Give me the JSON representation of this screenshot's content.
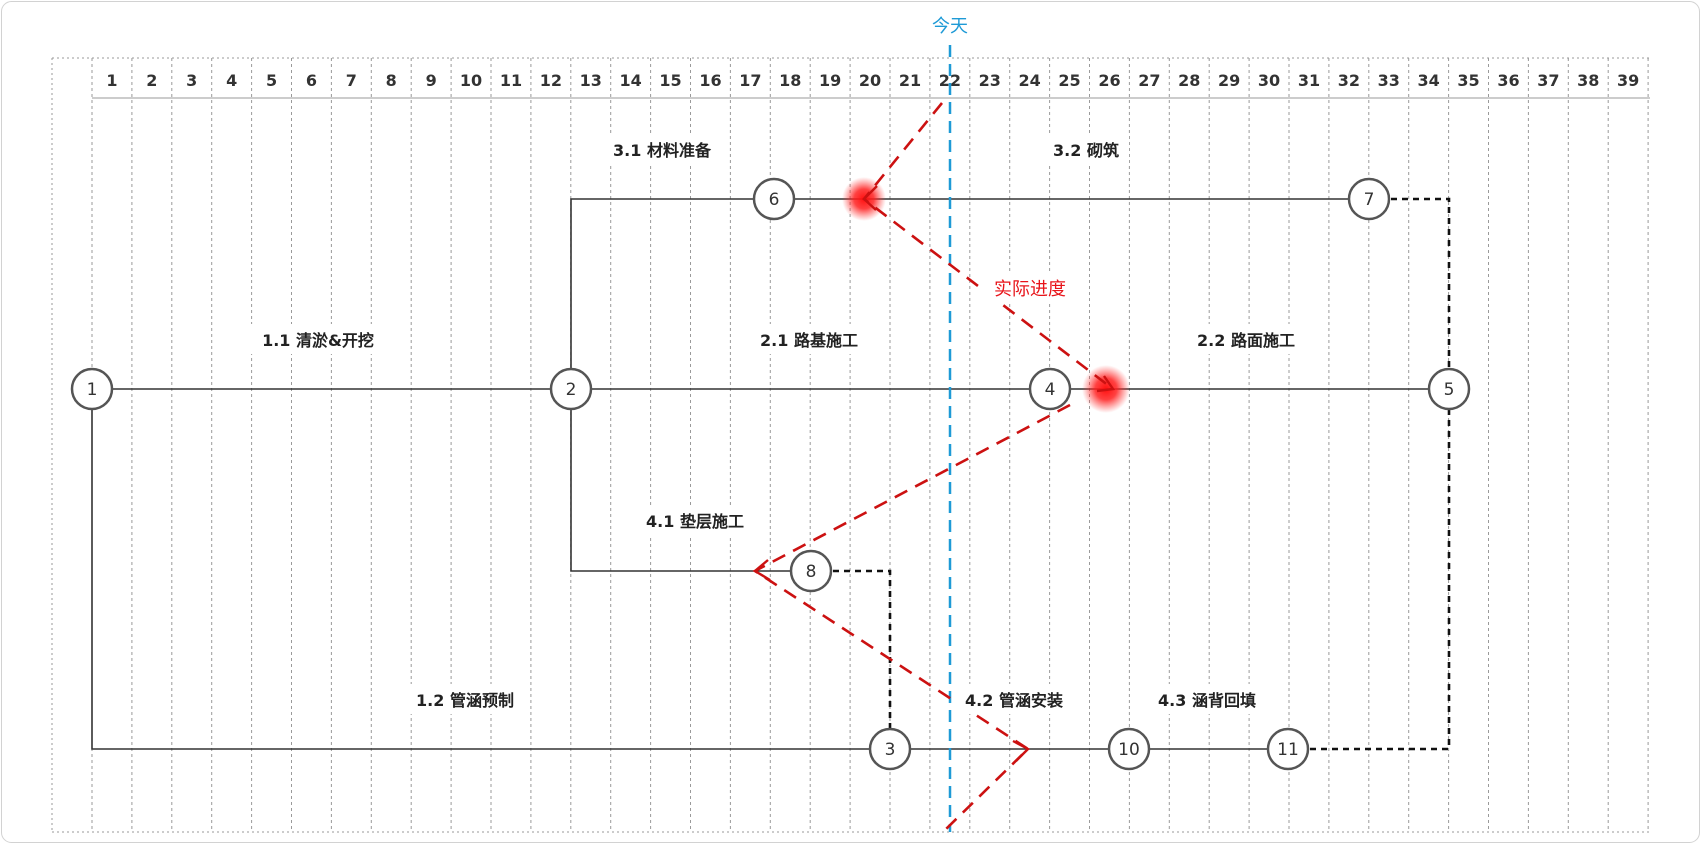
{
  "columns": [
    "1",
    "2",
    "3",
    "4",
    "5",
    "6",
    "7",
    "8",
    "9",
    "10",
    "11",
    "12",
    "13",
    "14",
    "15",
    "16",
    "17",
    "18",
    "19",
    "20",
    "21",
    "22",
    "23",
    "24",
    "25",
    "26",
    "27",
    "28",
    "29",
    "30",
    "31",
    "32",
    "33",
    "34",
    "35",
    "36",
    "37",
    "38",
    "39"
  ],
  "today": {
    "label": "今天",
    "day": 22
  },
  "progress_label": "实际进度",
  "nodes": [
    {
      "id": "1",
      "label": "1",
      "day": 1,
      "row": "main"
    },
    {
      "id": "2",
      "label": "2",
      "day": 13,
      "row": "main"
    },
    {
      "id": "4",
      "label": "4",
      "day": 25,
      "row": "main"
    },
    {
      "id": "5",
      "label": "5",
      "day": 35,
      "row": "main"
    },
    {
      "id": "6",
      "label": "6",
      "day": 18,
      "row": "top"
    },
    {
      "id": "7",
      "label": "7",
      "day": 33,
      "row": "top"
    },
    {
      "id": "8",
      "label": "8",
      "day": 19,
      "row": "mid"
    },
    {
      "id": "3",
      "label": "3",
      "day": 21,
      "row": "bottom"
    },
    {
      "id": "10",
      "label": "10",
      "day": 27,
      "row": "bottom"
    },
    {
      "id": "11",
      "label": "11",
      "day": 31,
      "row": "bottom"
    }
  ],
  "tasks": [
    {
      "label": "1.1 清淤&开挖"
    },
    {
      "label": "1.2 管涵预制"
    },
    {
      "label": "2.1 路基施工"
    },
    {
      "label": "2.2 路面施工"
    },
    {
      "label": "3.1 材料准备"
    },
    {
      "label": "3.2 砌筑"
    },
    {
      "label": "4.1 垫层施工"
    },
    {
      "label": "4.2 管涵安装"
    },
    {
      "label": "4.3 涵背回填"
    }
  ],
  "colors": {
    "grid": "#9a9a9a",
    "line": "#333333",
    "progress": "#cc1111",
    "today": "#1e9ad6",
    "node_fill": "#ffffff"
  }
}
